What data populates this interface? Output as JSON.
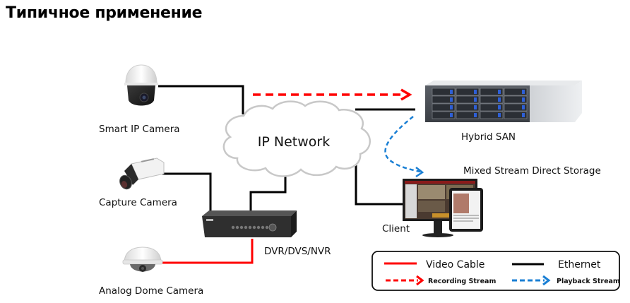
{
  "page": {
    "title": "Типичное применение"
  },
  "diagram": {
    "network_label": "IP Network",
    "nodes": {
      "smart_ip_camera": "Smart IP Camera",
      "capture_camera": "Capture Camera",
      "analog_dome_camera": "Analog Dome Camera",
      "dvr": "DVR/DVS/NVR",
      "hybrid_san": "Hybrid SAN",
      "mixed_stream": "Mixed Stream Direct Storage",
      "client": "Client"
    },
    "legend": {
      "video_cable": "Video Cable",
      "ethernet": "Ethernet",
      "recording_stream": "Recording Stream",
      "playback_stream": "Playback Stream"
    },
    "colors": {
      "video_cable": "#ff0000",
      "ethernet": "#000000",
      "recording_stream": "#ff0000",
      "playback_stream": "#1a7fd4",
      "cloud_stroke": "#c8c8c8"
    }
  }
}
